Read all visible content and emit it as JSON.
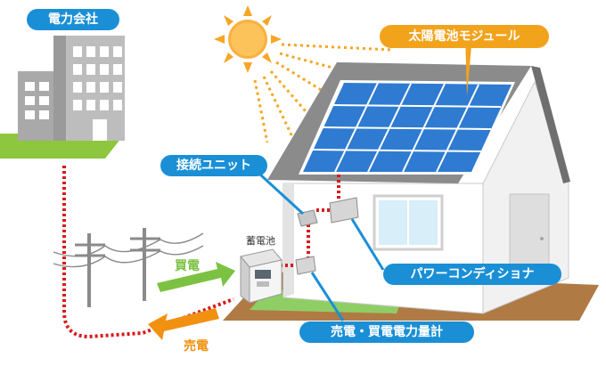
{
  "labels": {
    "power_company": "電力会社",
    "solar_module": "太陽電池モジュール",
    "junction_unit": "接続ユニット",
    "storage_battery": "蓄電池",
    "purchase": "買電",
    "sale": "売電",
    "power_conditioner": "パワーコンディショナ",
    "meter": "売電・買電電力量計"
  },
  "colors": {
    "blue_label": "#1a8fd6",
    "orange_label": "#f2a31c",
    "wire": "#d7191c",
    "arrow_green": "#7cc242",
    "arrow_orange": "#f29111"
  }
}
